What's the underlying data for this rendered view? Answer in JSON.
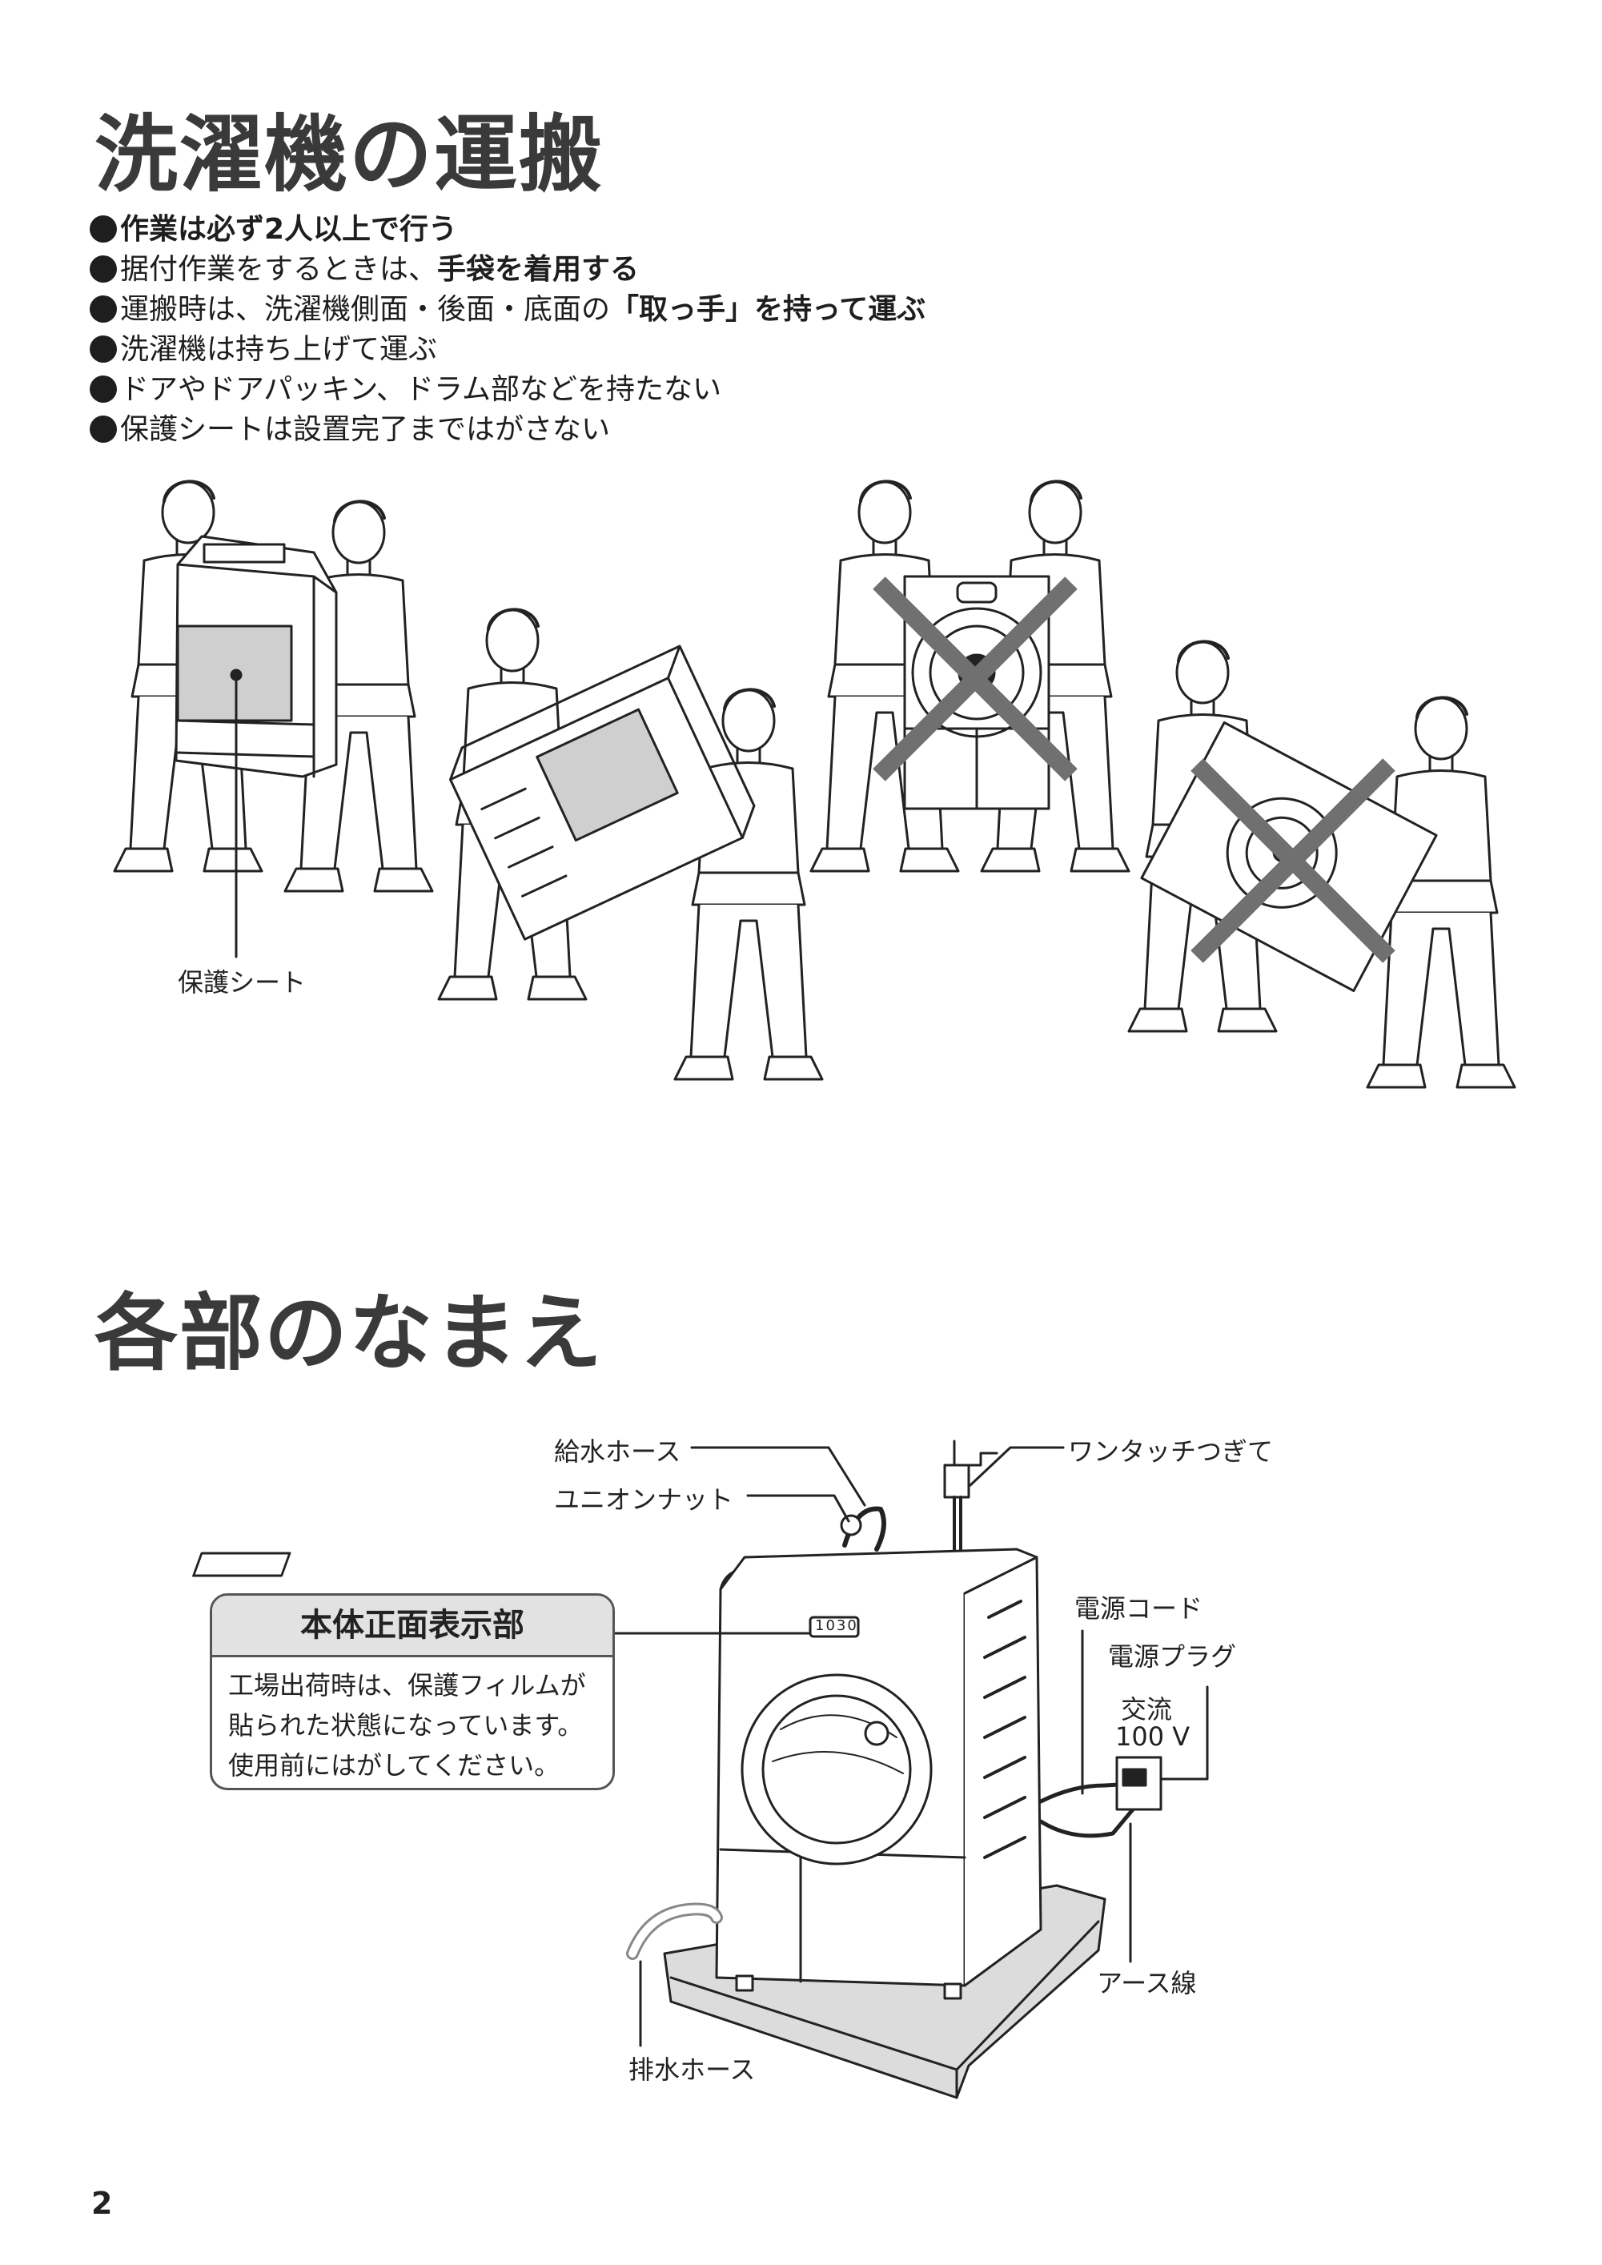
{
  "transport": {
    "title": "洗濯機の運搬",
    "rules": [
      {
        "pre": "",
        "bold": "作業は必ず2人以上で行う",
        "post": ""
      },
      {
        "pre": "据付作業をするときは、",
        "bold": "手袋を着用する",
        "post": ""
      },
      {
        "pre": "運搬時は、洗濯機側面・後面・底面の",
        "bold": "「取っ手」を持って運ぶ",
        "post": ""
      },
      {
        "pre": "洗濯機は持ち上げて運ぶ",
        "bold": "",
        "post": ""
      },
      {
        "pre": "ドアやドアパッキン、ドラム部などを持たない",
        "bold": "",
        "post": ""
      },
      {
        "pre": "保護シートは設置完了まではがさない",
        "bold": "",
        "post": ""
      }
    ],
    "sheet_label": "保護シート"
  },
  "parts": {
    "title": "各部のなまえ",
    "labels": {
      "supply_hose": "給水ホース",
      "union_nut": "ユニオンナット",
      "one_touch": "ワンタッチつぎて",
      "power_cord": "電源コード",
      "power_plug": "電源プラグ",
      "ac": "交流",
      "voltage": "100 V",
      "ground": "アース線",
      "drain_hose": "排水ホース"
    },
    "display_readout": "1030",
    "callout": {
      "title": "本体正面表示部",
      "lines": [
        "工場出荷時は、保護フィルムが",
        "貼られた状態になっています。",
        "使用前にはがしてください。"
      ]
    }
  },
  "page_number": "2",
  "colors": {
    "heading": "#3a3a3a",
    "cross": "#707070",
    "sheet": "#cfcfcf",
    "callout_head": "#e2e2e2"
  }
}
